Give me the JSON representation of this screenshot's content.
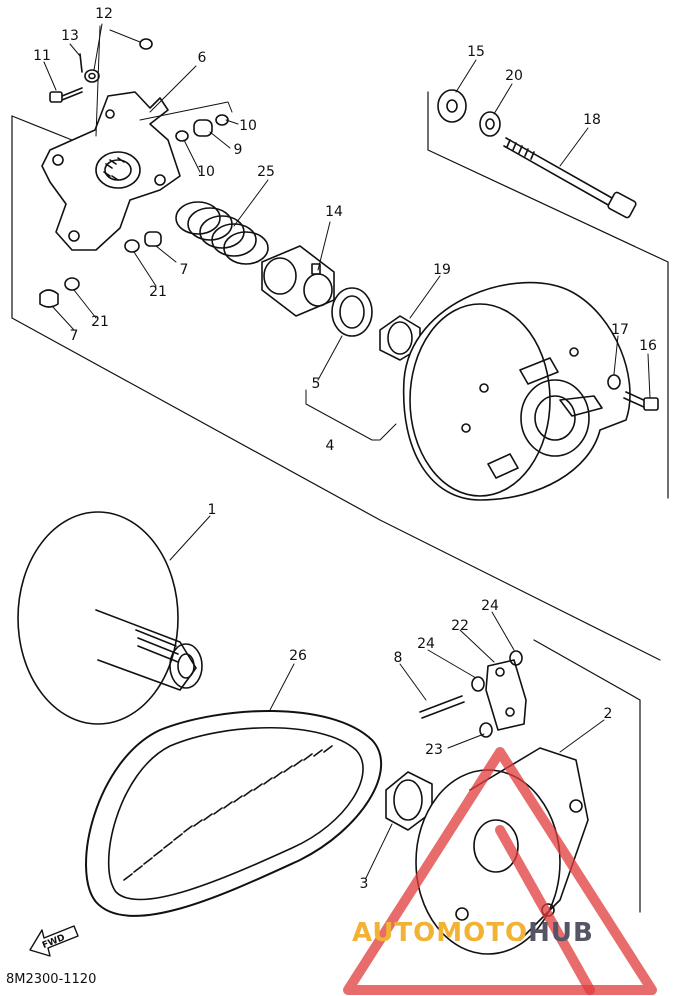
{
  "diagram": {
    "part_code": "8M2300-1120",
    "direction_label": "FWD",
    "watermark": {
      "part1": "AUTOMOTO",
      "part2": "HUB",
      "color1": "#f2b233",
      "color2": "#555566",
      "logo_color": "#e23b3b"
    },
    "callouts": [
      {
        "id": "c1",
        "text": "1"
      },
      {
        "id": "c2",
        "text": "2"
      },
      {
        "id": "c3",
        "text": "3"
      },
      {
        "id": "c4",
        "text": "4"
      },
      {
        "id": "c5",
        "text": "5"
      },
      {
        "id": "c6",
        "text": "6"
      },
      {
        "id": "c7a",
        "text": "7"
      },
      {
        "id": "c7b",
        "text": "7"
      },
      {
        "id": "c8",
        "text": "8"
      },
      {
        "id": "c9",
        "text": "9"
      },
      {
        "id": "c10a",
        "text": "10"
      },
      {
        "id": "c10b",
        "text": "10"
      },
      {
        "id": "c11",
        "text": "11"
      },
      {
        "id": "c12",
        "text": "12"
      },
      {
        "id": "c13",
        "text": "13"
      },
      {
        "id": "c14",
        "text": "14"
      },
      {
        "id": "c15",
        "text": "15"
      },
      {
        "id": "c16",
        "text": "16"
      },
      {
        "id": "c17",
        "text": "17"
      },
      {
        "id": "c18",
        "text": "18"
      },
      {
        "id": "c19",
        "text": "19"
      },
      {
        "id": "c20",
        "text": "20"
      },
      {
        "id": "c21a",
        "text": "21"
      },
      {
        "id": "c21b",
        "text": "21"
      },
      {
        "id": "c22",
        "text": "22"
      },
      {
        "id": "c23",
        "text": "23"
      },
      {
        "id": "c24a",
        "text": "24"
      },
      {
        "id": "c24b",
        "text": "24"
      },
      {
        "id": "c25",
        "text": "25"
      },
      {
        "id": "c26",
        "text": "26"
      }
    ]
  }
}
